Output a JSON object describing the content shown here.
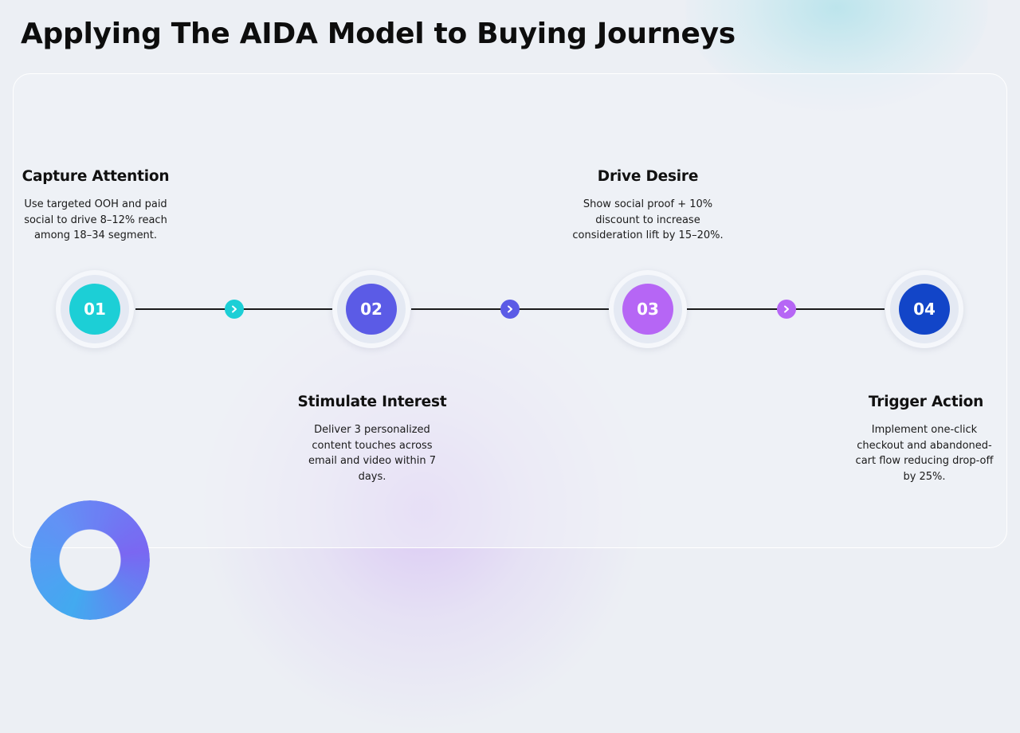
{
  "title": "Applying The AIDA Model to Buying Journeys",
  "steps": [
    {
      "number": "01",
      "title": "Capture Attention",
      "description": "Use targeted OOH and paid social to drive 8–12% reach among 18–34 segment.",
      "color": "#1ccfd6"
    },
    {
      "number": "02",
      "title": "Stimulate Interest",
      "description": "Deliver 3 personalized content touches across email and video within 7 days.",
      "color": "#5b5be6"
    },
    {
      "number": "03",
      "title": "Drive Desire",
      "description": "Show social proof + 10% discount to increase consideration lift by 15–20%.",
      "color": "#b666f5"
    },
    {
      "number": "04",
      "title": "Trigger Action",
      "description": "Implement one-click checkout and abandoned-cart flow reducing drop-off by 25%.",
      "color": "#1245c8"
    }
  ],
  "connectors": [
    {
      "icon": "chevron-right-icon",
      "color": "#1ccfd6"
    },
    {
      "icon": "chevron-right-icon",
      "color": "#5b5be6"
    },
    {
      "icon": "chevron-right-icon",
      "color": "#b666f5"
    }
  ]
}
